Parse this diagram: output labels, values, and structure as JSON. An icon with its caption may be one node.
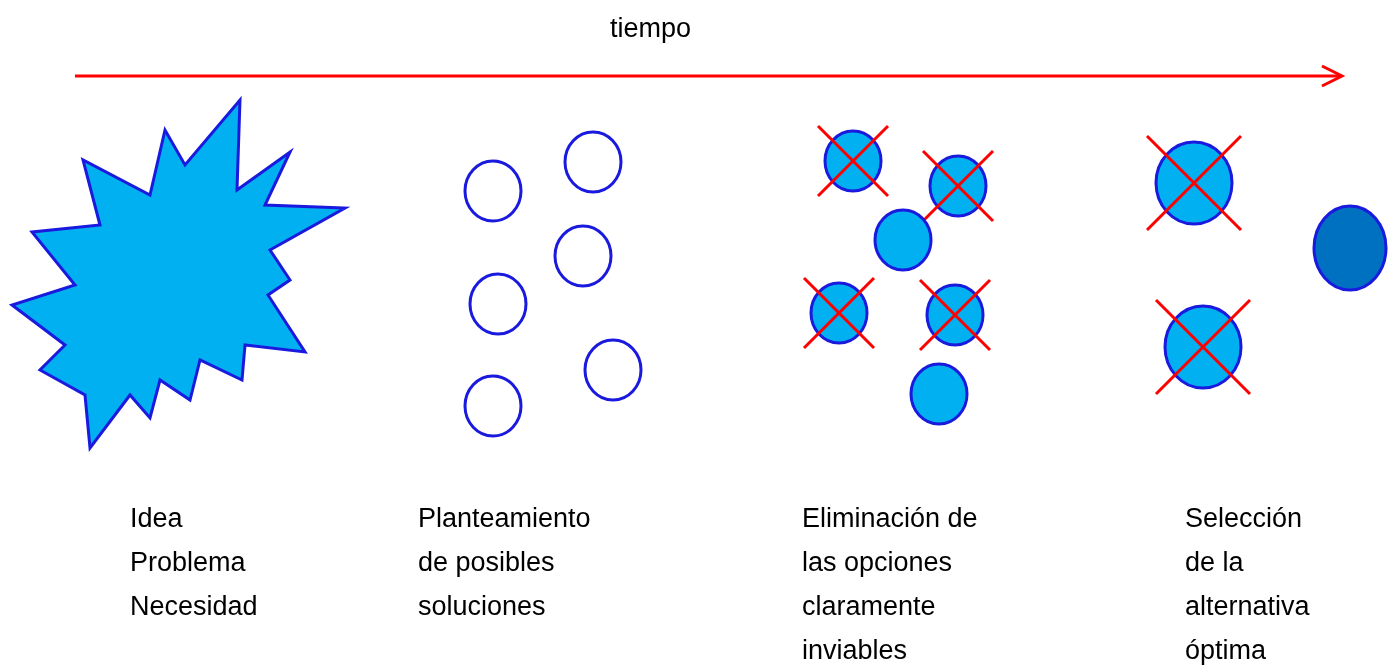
{
  "diagram": {
    "labels": [
      "tiempo",
      "Idea",
      "Problema",
      "Necesidad",
      "Planteamiento de posibles soluciones",
      "Eliminación de las opciones claramente inviables",
      "Selección de la alternativa óptima"
    ]
  }
}
